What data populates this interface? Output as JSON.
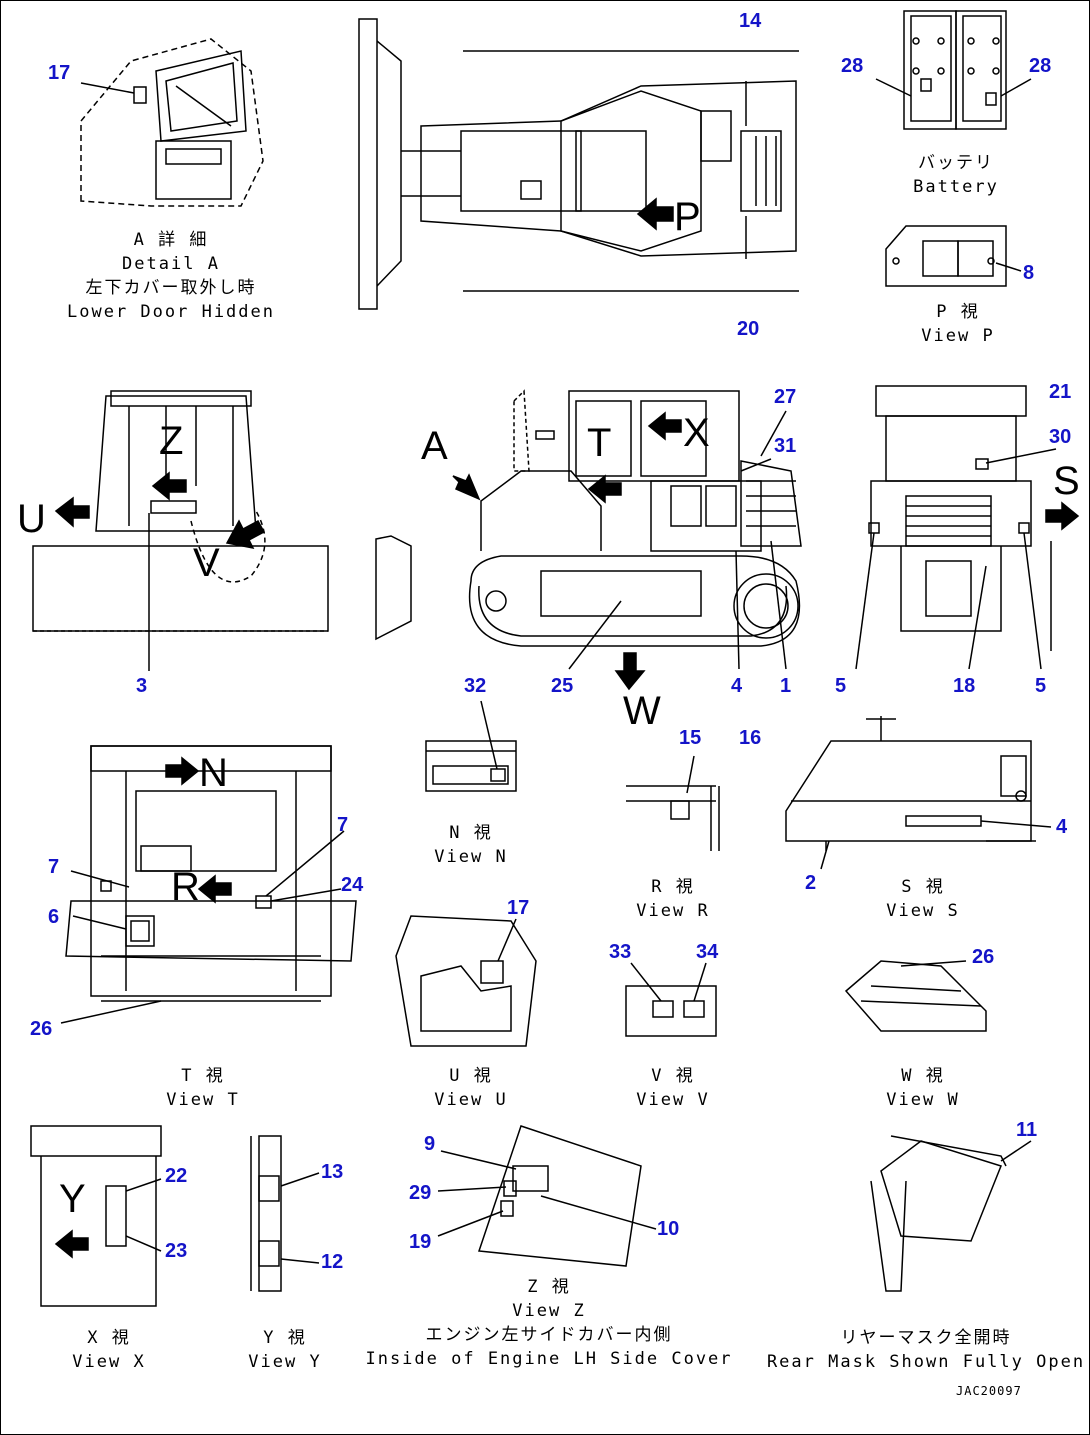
{
  "callouts": {
    "c17a": "17",
    "c14": "14",
    "c20": "20",
    "c28a": "28",
    "c28b": "28",
    "c8": "8",
    "c27": "27",
    "c31": "31",
    "c21": "21",
    "c30": "30",
    "c3": "3",
    "c25": "25",
    "c4a": "4",
    "c1": "1",
    "c5a": "5",
    "c18": "18",
    "c5b": "5",
    "c32": "32",
    "c15": "15",
    "c16": "16",
    "c4b": "4",
    "c2": "2",
    "c7a": "7",
    "c7b": "7",
    "c24": "24",
    "c6": "6",
    "c26a": "26",
    "c17b": "17",
    "c33": "33",
    "c34": "34",
    "c26b": "26",
    "c22": "22",
    "c23": "23",
    "c13": "13",
    "c12": "12",
    "c9": "9",
    "c29": "29",
    "c19": "19",
    "c10": "10",
    "c11": "11"
  },
  "view_letters": {
    "p": "P",
    "z": "Z",
    "u": "U",
    "v": "V",
    "a": "A",
    "t": "T",
    "x": "X",
    "s": "S",
    "w": "W",
    "n": "N",
    "r": "R",
    "y": "Y"
  },
  "captions": {
    "detail_a": {
      "jp1": "A 詳 細",
      "en1": "Detail A",
      "jp2": "左下カバー取外し時",
      "en2": "Lower Door Hidden"
    },
    "battery": {
      "jp": "バッテリ",
      "en": "Battery"
    },
    "view_p": {
      "jp": "P 視",
      "en": "View P"
    },
    "view_n": {
      "jp": "N 視",
      "en": "View N"
    },
    "view_r": {
      "jp": "R 視",
      "en": "View R"
    },
    "view_s": {
      "jp": "S 視",
      "en": "View S"
    },
    "view_t": {
      "jp": "T 視",
      "en": "View T"
    },
    "view_u": {
      "jp": "U 視",
      "en": "View U"
    },
    "view_v": {
      "jp": "V 視",
      "en": "View V"
    },
    "view_w": {
      "jp": "W 視",
      "en": "View W"
    },
    "view_x": {
      "jp": "X 視",
      "en": "View X"
    },
    "view_y": {
      "jp": "Y 視",
      "en": "View Y"
    },
    "view_z": {
      "jp1": "Z 視",
      "en1": "View Z",
      "jp2": "エンジン左サイドカバー内側",
      "en2": "Inside of Engine LH Side Cover"
    },
    "rear_mask": {
      "jp": "リヤーマスク全開時",
      "en": "Rear Mask Shown Fully Open"
    }
  },
  "drawing_code": "JAC20097",
  "colors": {
    "callout": "#1414c8",
    "line": "#000000",
    "background": "#ffffff"
  }
}
